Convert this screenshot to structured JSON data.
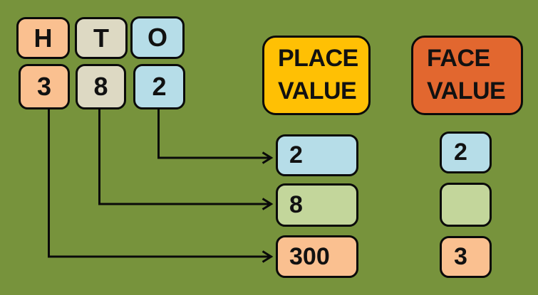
{
  "diagram": {
    "topic": "place value and face value of digits in 382",
    "number": "382"
  },
  "palette": {
    "background": "#77933C",
    "peach": "#FAC090",
    "tan": "#DDD9C3",
    "blue": "#B6DDE8",
    "green": "#C3D69B",
    "gold": "#FFC004",
    "orange_red": "#E2672F",
    "outline": "#0A0A0A",
    "text": "#111111"
  },
  "place_value_chart": {
    "columns": [
      {
        "heading": "H",
        "digit": "3"
      },
      {
        "heading": "T",
        "digit": "8"
      },
      {
        "heading": "O",
        "digit": "2"
      }
    ]
  },
  "headers": {
    "place": {
      "line1": "PLACE",
      "line2": "VALUE"
    },
    "face": {
      "line1": "FACE",
      "line2": "VALUE"
    }
  },
  "rows": [
    {
      "digit": "2",
      "place_value": "2",
      "face_value": "2",
      "color": "#B6DDE8"
    },
    {
      "digit": "8",
      "place_value": "8",
      "face_value": "",
      "color": "#C3D69B"
    },
    {
      "digit": "3",
      "place_value": "300",
      "face_value": "3",
      "color": "#FAC090"
    }
  ]
}
